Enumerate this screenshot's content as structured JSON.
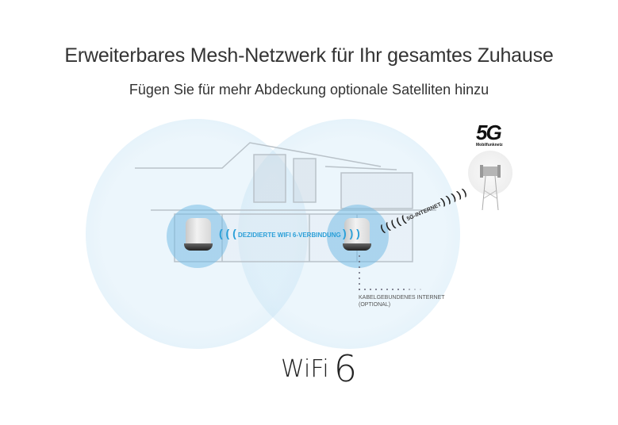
{
  "header": {
    "title": "Erweiterbares Mesh-Netzwerk für Ihr gesamtes Zuhause",
    "subtitle": "Fügen Sie für mehr Abdeckung optionale Satelliten hinzu"
  },
  "diagram": {
    "connection_label": "DEZIDIERTE WIFI 6-VERBINDUNG",
    "connection_waves_left": "( ( (",
    "connection_waves_right": ") ) )",
    "internet_label": "5G-INTERNET",
    "internet_waves_left": "( ( ( ( (",
    "internet_waves_right": ") ) ) ) )",
    "wired_label_line1": "KABELGEBUNDENES INTERNET",
    "wired_label_line2": "(OPTIONAL)",
    "badge_5g": "5G",
    "badge_5g_sub": "Mobilfunknetz",
    "colors": {
      "accent_blue": "#2a9fd8",
      "coverage_blue": "#bfe0f3",
      "router_glow": "#78bee6"
    }
  },
  "footer": {
    "brand_wifi": "WiFi",
    "brand_six": "6"
  }
}
